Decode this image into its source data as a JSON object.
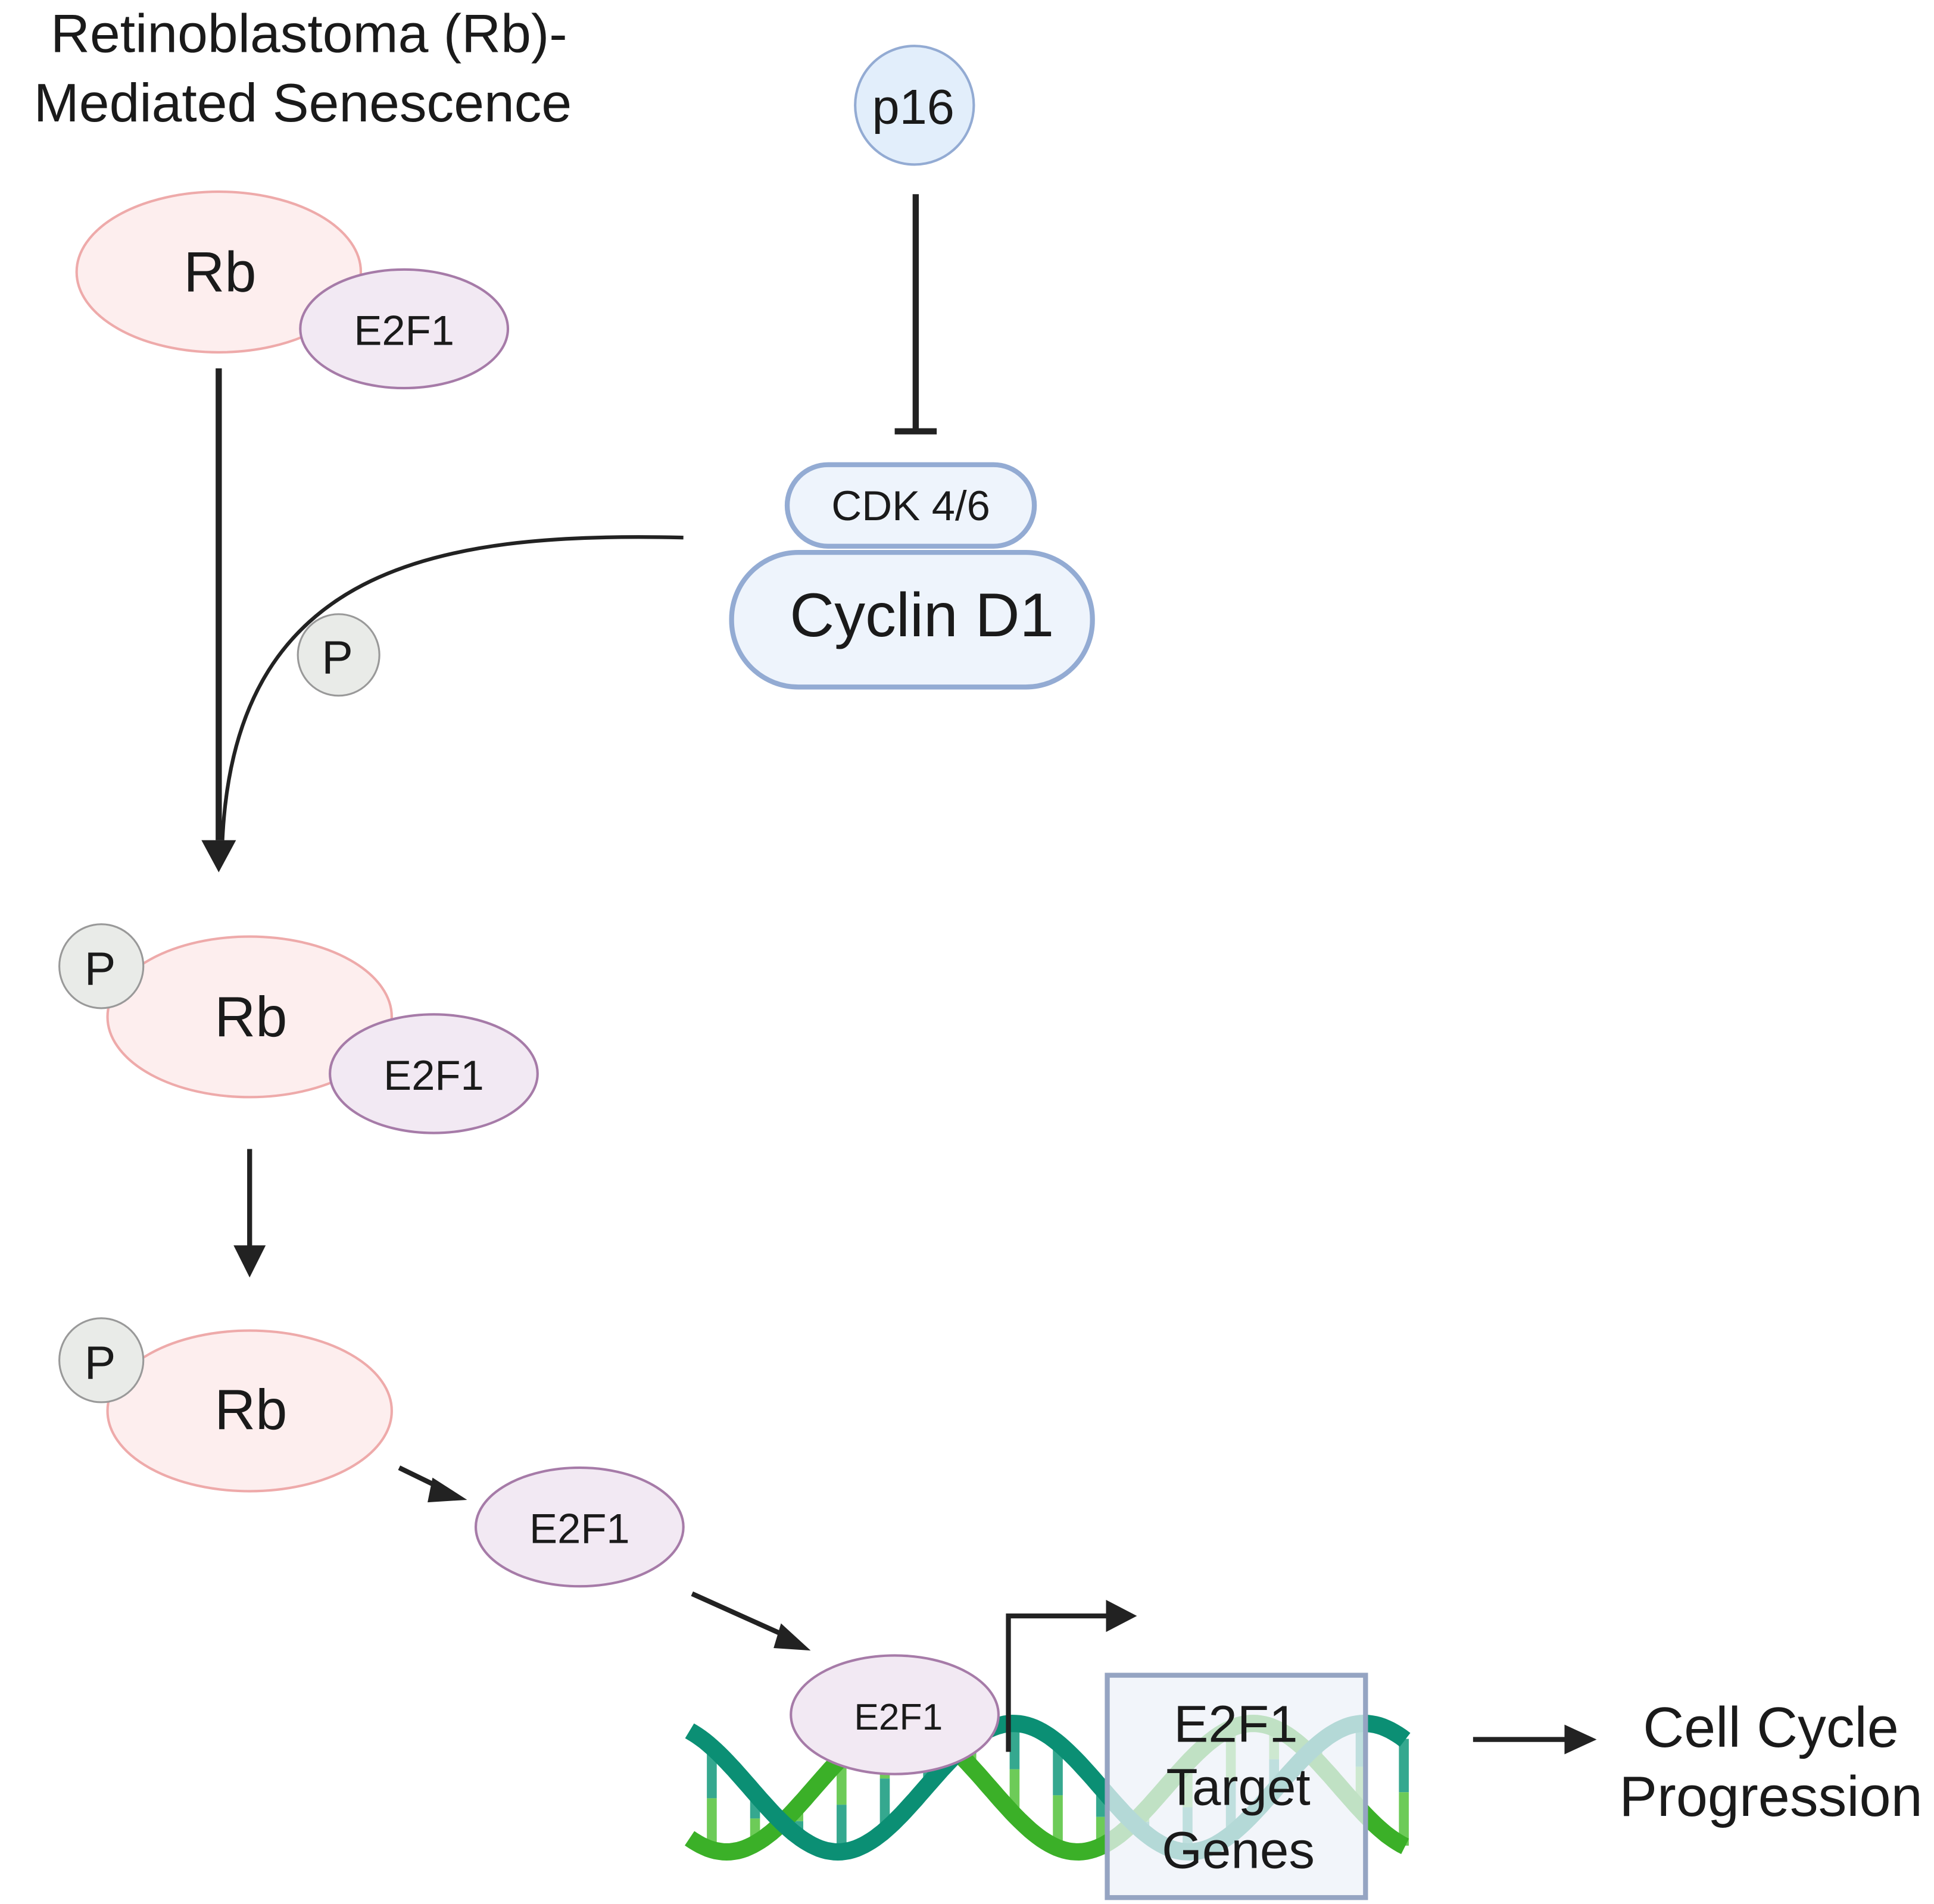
{
  "title": {
    "line1": "Retinoblastoma (Rb)-",
    "line2": "Mediated Senescence"
  },
  "p16": "p16",
  "cdk": "CDK 4/6",
  "cyclin": "Cyclin D1",
  "phospho": "P",
  "rb": "Rb",
  "e2f1": "E2F1",
  "target": {
    "line1": "E2F1",
    "line2": "Target",
    "line3": "Genes"
  },
  "outcome": {
    "line1": "Cell Cycle",
    "line2": "Progression"
  },
  "colors": {
    "rb_fill": "#fdeeee",
    "rb_stroke": "#eeaaaa",
    "e2f1_fill": "#f2e9f3",
    "e2f1_stroke": "#a67ba8",
    "blue_fill": "#e8f1fb",
    "blue_stroke": "#93abd3",
    "p_fill": "#e9ebe8",
    "dna_teal": "#0b8f74",
    "dna_green": "#3bb028"
  }
}
